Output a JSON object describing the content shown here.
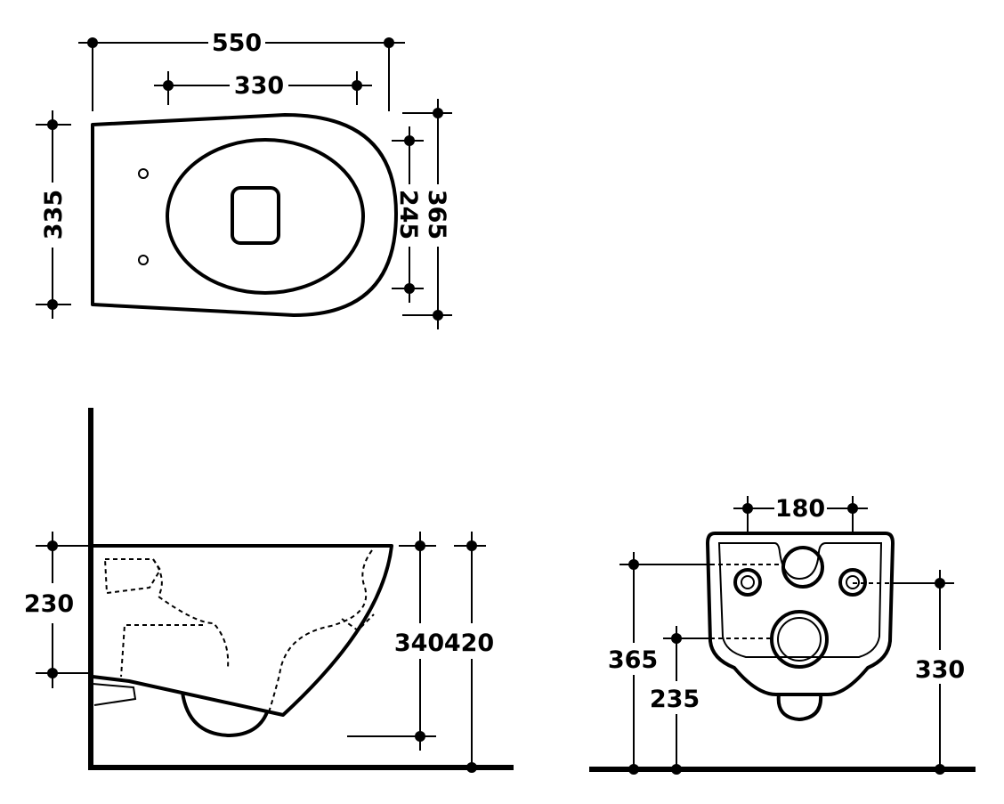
{
  "dimensions": {
    "top_view": {
      "overall_length": "550",
      "fixing_spacing": "330",
      "width": "335",
      "bowl_width": "245",
      "overall_width": "365"
    },
    "side_view": {
      "fixing_height": "230",
      "bottom_height": "340",
      "rim_height": "420"
    },
    "rear_view": {
      "fixing_distance": "180",
      "water_inlet_height": "365",
      "outlet_height": "235",
      "fixing_height": "330"
    }
  }
}
